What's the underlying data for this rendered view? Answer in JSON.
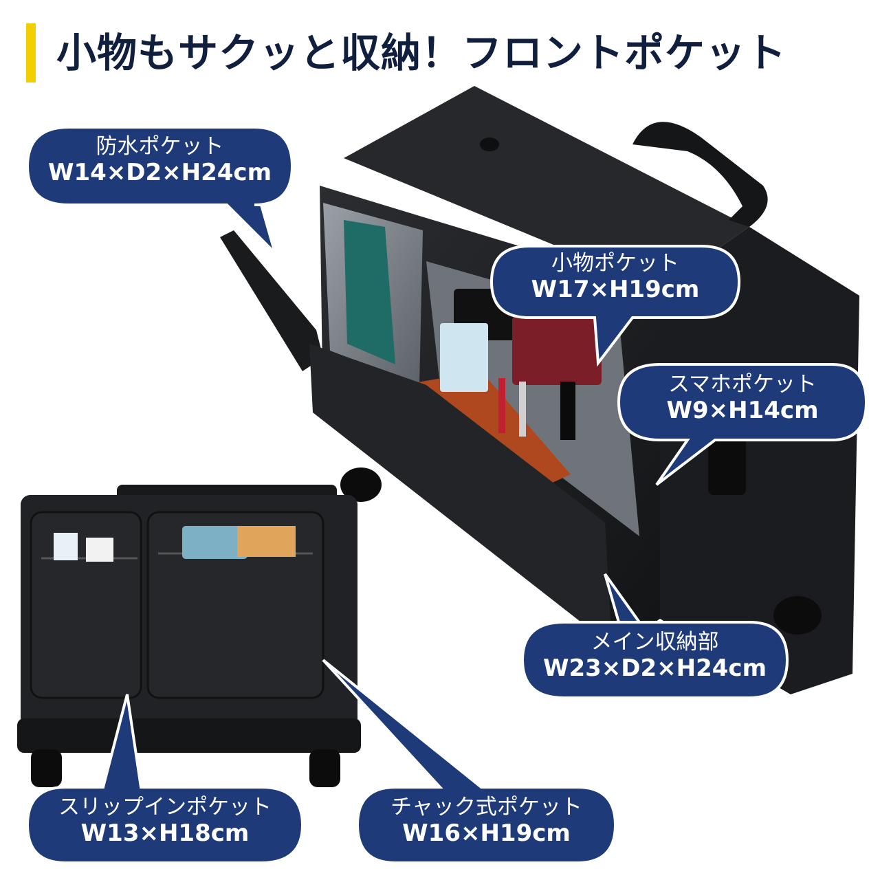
{
  "header": {
    "title": "小物もサクッと収納！フロントポケット",
    "accent_color": "#f2cf00",
    "title_color": "#0f1f3d"
  },
  "callout_style": {
    "fill": "#1f3a78",
    "stroke": "#ffffff",
    "text_color": "#ffffff"
  },
  "callouts": [
    {
      "id": "waterproof",
      "name": "防水ポケット",
      "size": "W14×D2×H24cm"
    },
    {
      "id": "small-items",
      "name": "小物ポケット",
      "size": "W17×H19cm"
    },
    {
      "id": "smartphone",
      "name": "スマホポケット",
      "size": "W9×H14cm"
    },
    {
      "id": "main-storage",
      "name": "メイン収納部",
      "size": "W23×D2×H24cm"
    },
    {
      "id": "slip-in",
      "name": "スリップインポケット",
      "size": "W13×H18cm"
    },
    {
      "id": "zipper",
      "name": "チャック式ポケット",
      "size": "W16×H19cm"
    }
  ],
  "photo": {
    "subjects": [
      "rolling-briefcase-open",
      "rolling-briefcase-front"
    ],
    "bag_color": "#1c1d20"
  }
}
